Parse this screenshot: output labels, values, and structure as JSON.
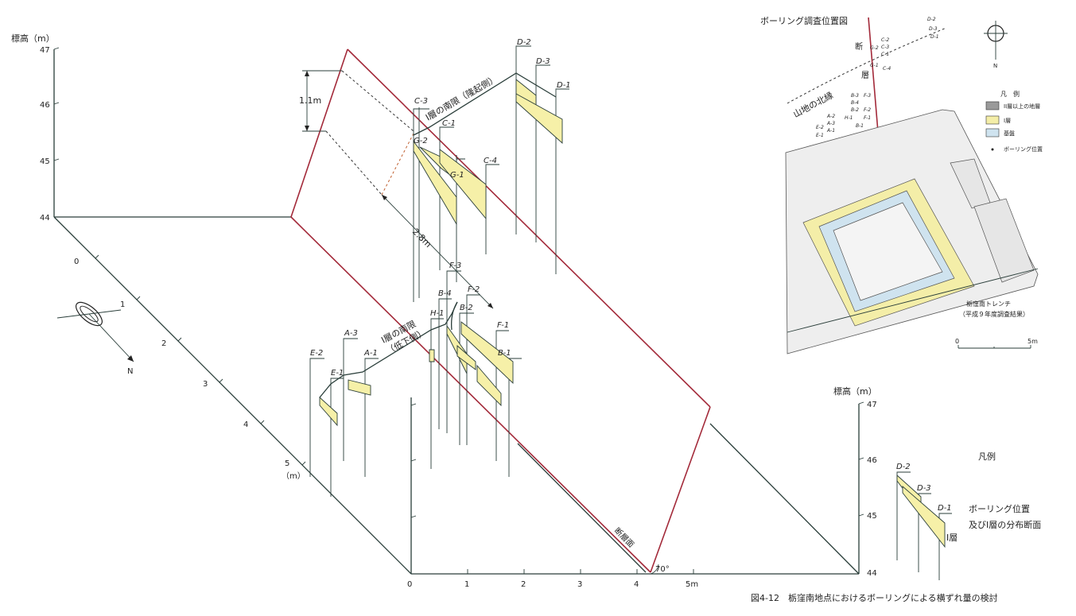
{
  "axis": {
    "elev_title": "標高（m）",
    "elev_ticks": [
      "47",
      "46",
      "45",
      "44"
    ],
    "depth_ticks": [
      "0",
      "1",
      "2",
      "3",
      "4",
      "5"
    ],
    "depth_unit": "（m）",
    "base_ticks": [
      "0",
      "1",
      "2",
      "3",
      "4"
    ],
    "base_unit": "5m"
  },
  "annotations": {
    "offset_1": "1.1m",
    "offset_2": "2.8m",
    "layer_upper": "I層の南限（隆起側）",
    "layer_lower_a": "I層の南限",
    "layer_lower_b": "（低下側）",
    "fault_plane": "断層面",
    "angle": "70°"
  },
  "boreholes": {
    "C3": "C-3",
    "G2": "G-2",
    "C1": "C-1",
    "G1": "G-1",
    "C4": "C-4",
    "D2": "D-2",
    "D3": "D-3",
    "D1": "D-1",
    "E2": "E-2",
    "E1": "E-1",
    "A3": "A-3",
    "A1": "A-1",
    "H1": "H-1",
    "B4": "B-4",
    "F3": "F-3",
    "B2": "B-2",
    "F2": "F-2",
    "F1": "F-1",
    "B1": "B-1"
  },
  "legend_small": {
    "title": "凡例",
    "elev_title": "標高（m）",
    "ticks": [
      "47",
      "46",
      "45",
      "44"
    ],
    "holes": [
      "D-2",
      "D-3",
      "D-1"
    ],
    "desc_1": "ボーリング位置",
    "desc_2": "及びI層の分布断面",
    "layer": "I層"
  },
  "inset": {
    "title": "ボーリング調査位置図",
    "north_line": "山地の北縁",
    "fault_label_1": "断",
    "fault_label_2": "層",
    "legend_title": "凡　例",
    "legend_items": [
      "II層以上の地層",
      "I層",
      "基盤",
      "ボーリング位置"
    ],
    "legend_colors": [
      "#9a9a9a",
      "#f4eea8",
      "#cfe3ef"
    ],
    "trench_label_1": "栃窪南トレンチ",
    "trench_label_2": "（平成９年度調査結果）",
    "scale_0": "0",
    "scale_5": "5m",
    "north_sym": "N",
    "hole_codes": [
      "D-2",
      "D-3",
      "D-1",
      "C-2",
      "C-3",
      "C-1",
      "G-2",
      "G-1",
      "C-4",
      "B-3",
      "F-3",
      "B-4",
      "B-2",
      "F-2",
      "H-1",
      "F-1",
      "B-1",
      "A-2",
      "A-3",
      "A-1",
      "E-2",
      "E-1"
    ]
  },
  "caption": "図4-12　栃窪南地点におけるボーリングによる横ずれ量の検討",
  "compass": "N"
}
